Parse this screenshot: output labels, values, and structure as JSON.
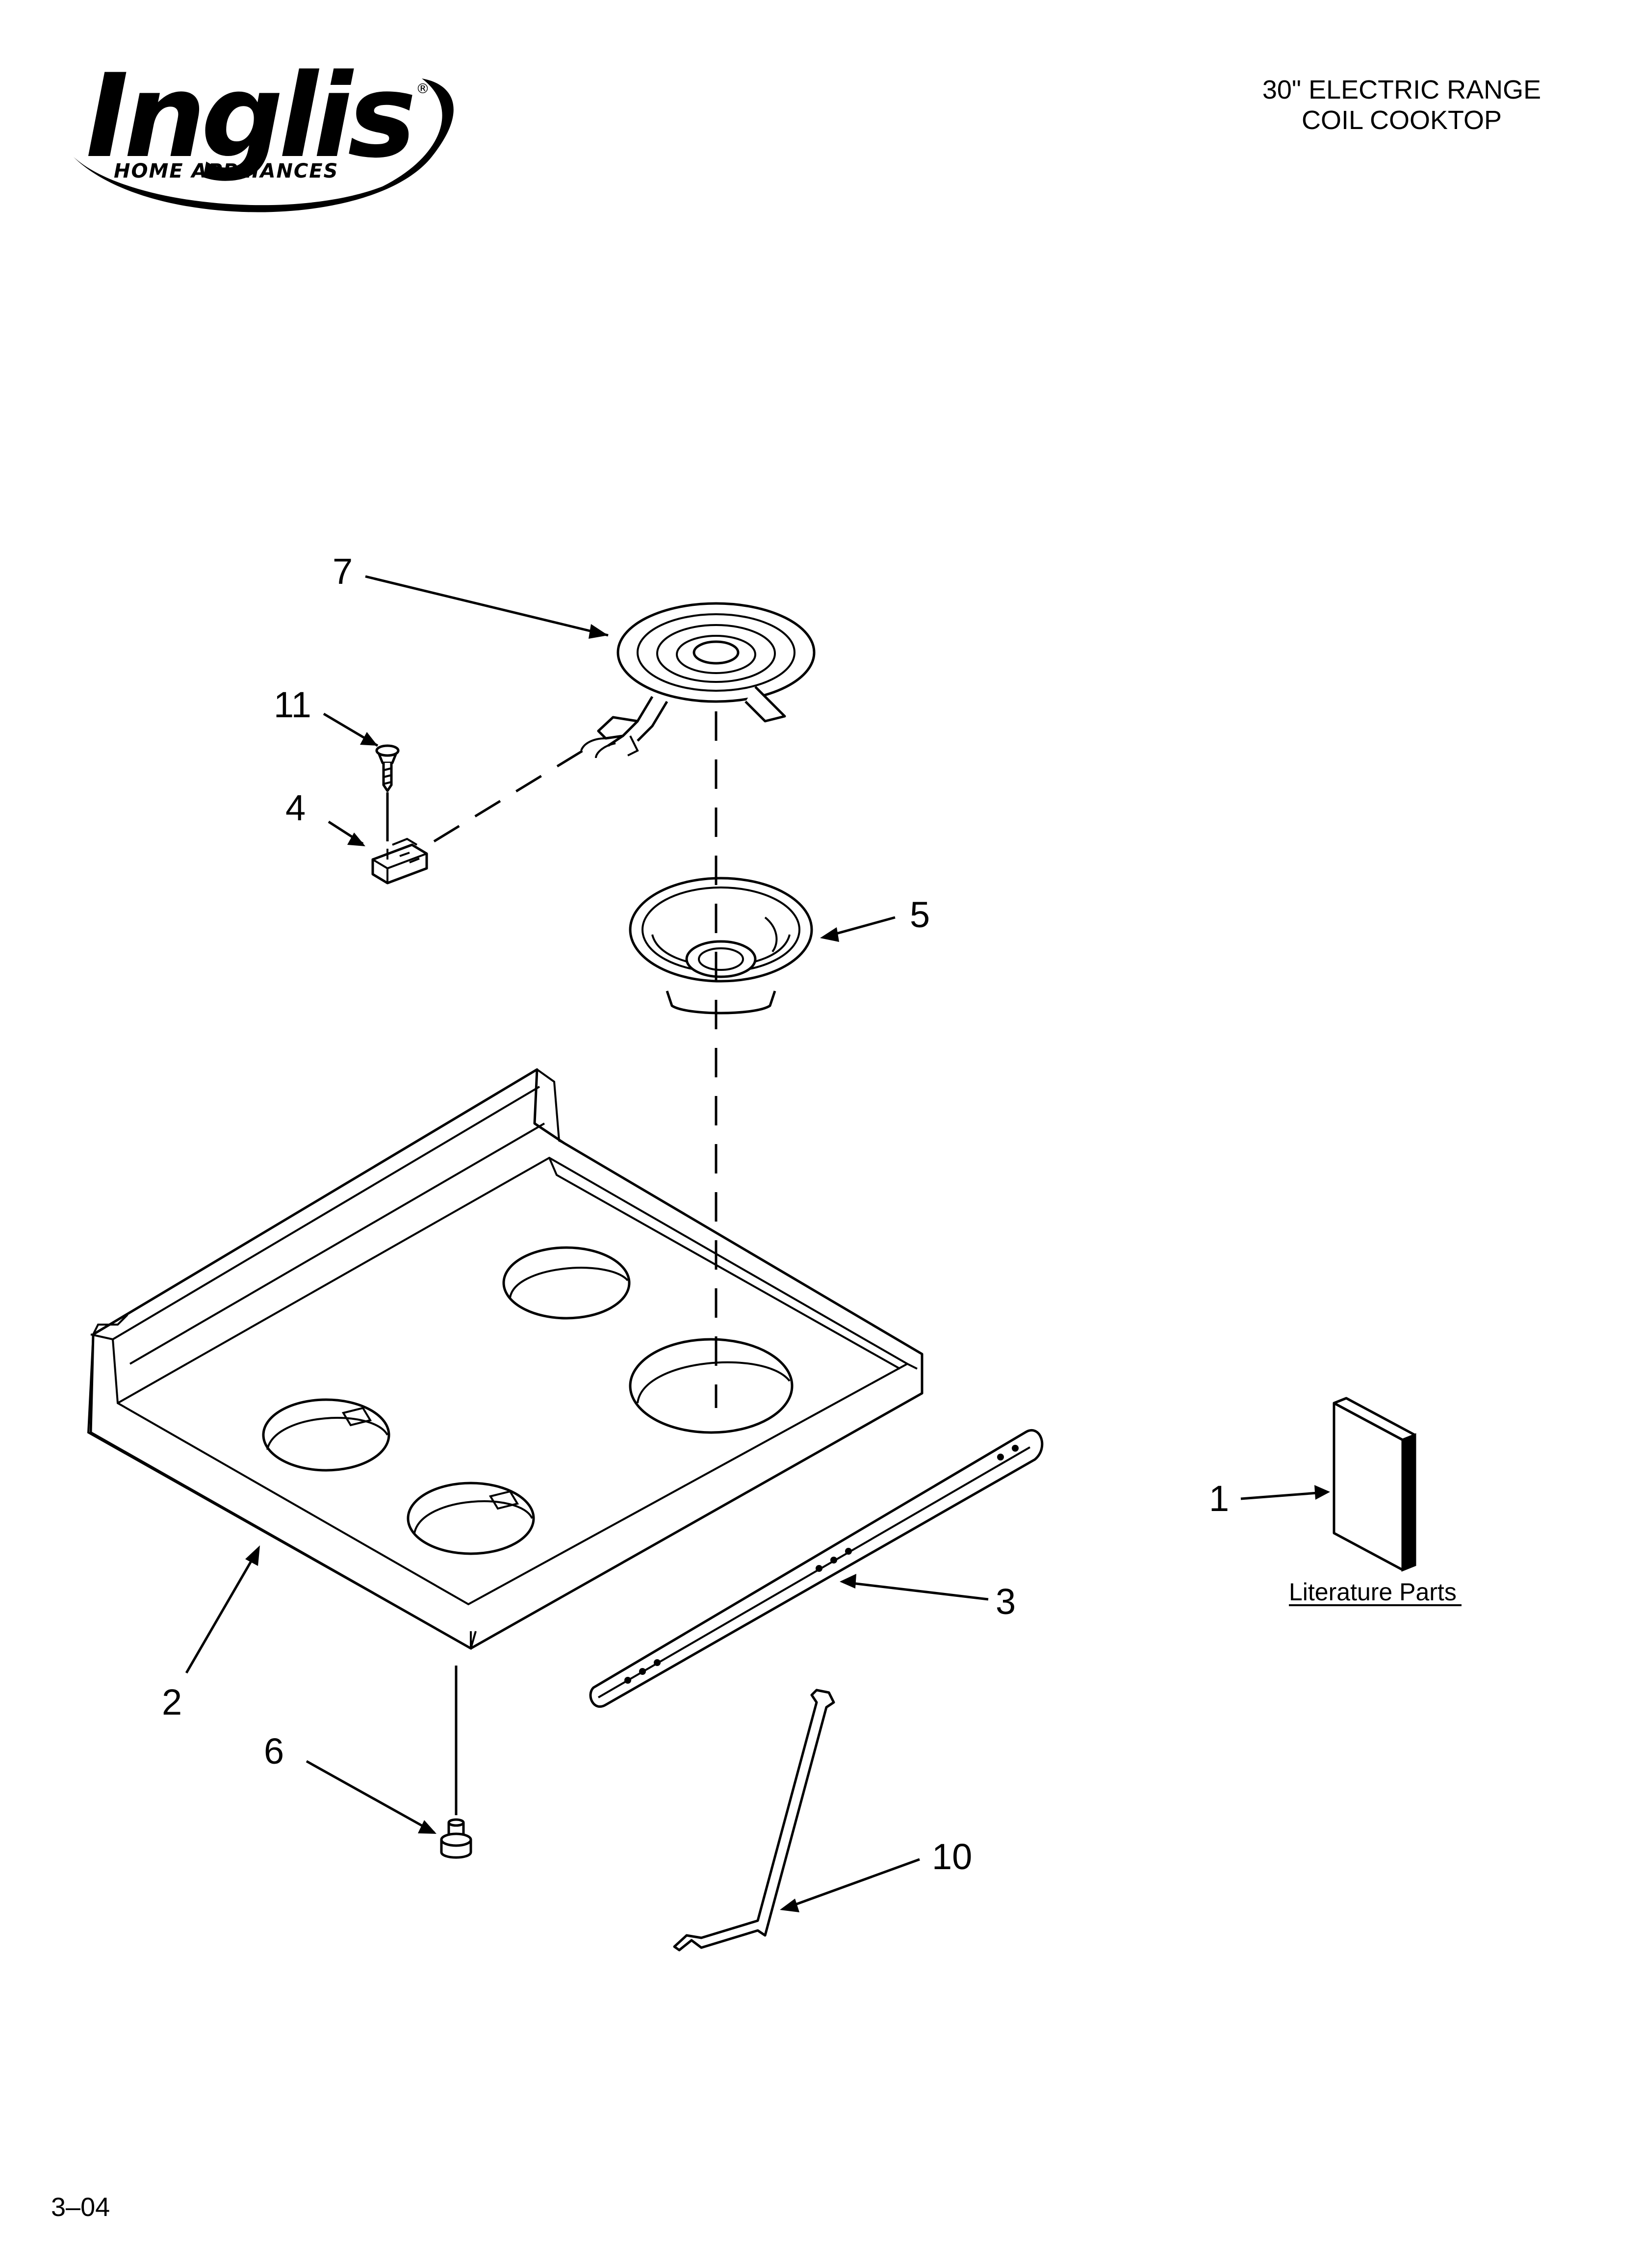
{
  "header": {
    "brand": "Inglis",
    "brand_tagline": "HOME APPLIANCES",
    "registered_mark": "®",
    "title_line1": "30\" ELECTRIC RANGE",
    "title_line2": "COIL COOKTOP"
  },
  "callouts": {
    "c1": "1",
    "c2": "2",
    "c3": "3",
    "c4": "4",
    "c5": "5",
    "c6": "6",
    "c7": "7",
    "c10": "10",
    "c11": "11"
  },
  "literature_label": "Literature Parts",
  "footer": {
    "page_code": "3–04"
  }
}
